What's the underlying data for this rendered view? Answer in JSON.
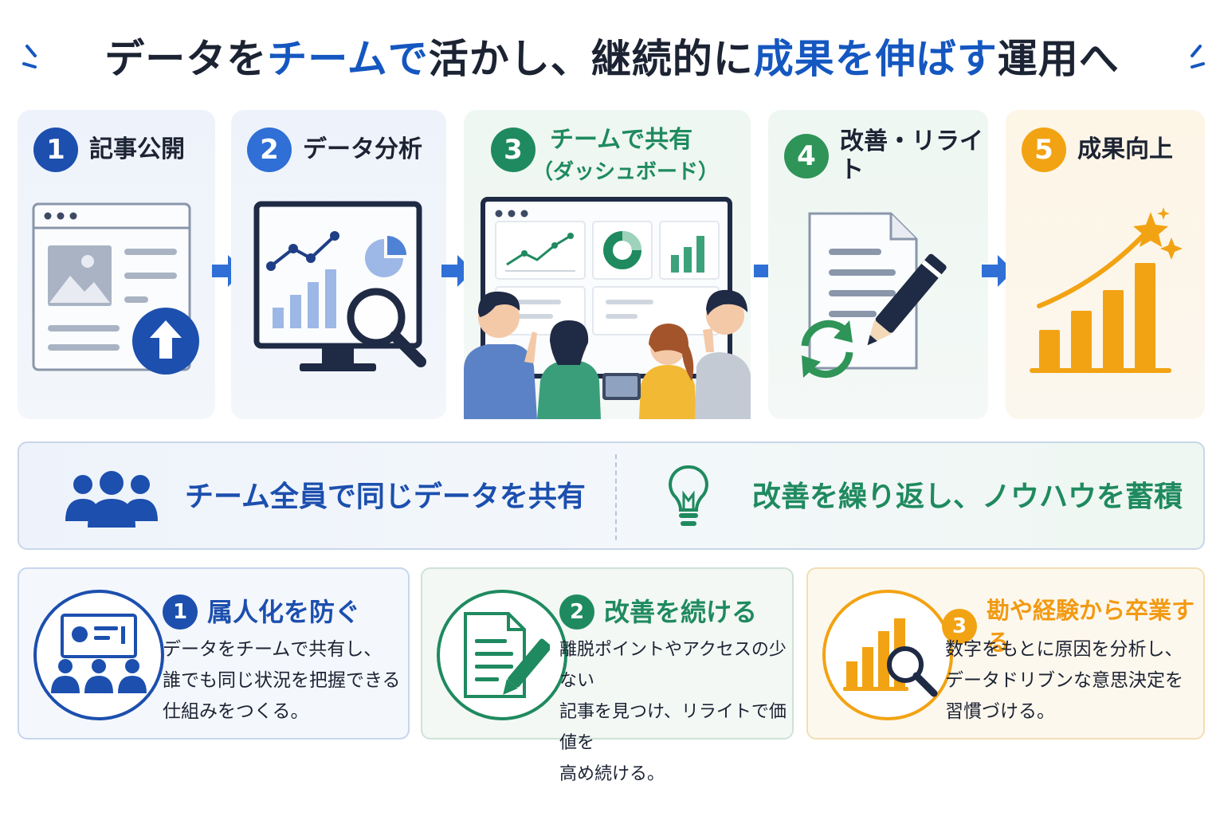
{
  "title": {
    "part1": "データを",
    "part2": "チームで",
    "part3": "活かし、継続的に",
    "part4": "成果を伸ばす",
    "part5": "運用へ"
  },
  "colors": {
    "blue": "#1c4fae",
    "lightblue": "#2f6fd6",
    "green": "#1f8a5f",
    "orange": "#f2a313",
    "navy": "#1f2a44"
  },
  "steps": [
    {
      "num": "1",
      "label": "記事公開",
      "icon": "webpage-upload-icon"
    },
    {
      "num": "2",
      "label": "データ分析",
      "icon": "monitor-chart-magnifier-icon"
    },
    {
      "num": "3",
      "label": "チームで共有",
      "sublabel": "（ダッシュボード）",
      "icon": "team-dashboard-icon"
    },
    {
      "num": "4",
      "label": "改善・リライト",
      "icon": "document-pencil-refresh-icon"
    },
    {
      "num": "5",
      "label": "成果向上",
      "icon": "growth-chart-star-icon"
    }
  ],
  "banner": {
    "left": "チーム全員で同じデータを共有",
    "right": "改善を繰り返し、ノウハウを蓄積"
  },
  "cards": [
    {
      "num": "1",
      "title": "属人化を防ぐ",
      "lines": [
        "データをチームで共有し、",
        "誰でも同じ状況を把握できる",
        "仕組みをつくる。"
      ],
      "icon": "team-presentation-icon"
    },
    {
      "num": "2",
      "title": "改善を続ける",
      "lines": [
        "離脱ポイントやアクセスの少ない",
        "記事を見つけ、リライトで価値を",
        "高め続ける。"
      ],
      "icon": "document-edit-icon"
    },
    {
      "num": "3",
      "title": "勘や経験から卒業する",
      "lines": [
        "数字をもとに原因を分析し、",
        "データドリブンな意思決定を",
        "習慣づける。"
      ],
      "icon": "chart-magnifier-icon"
    }
  ]
}
